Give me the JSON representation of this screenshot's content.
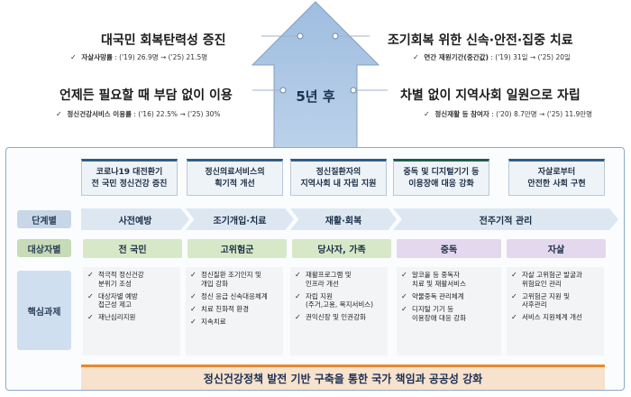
{
  "center_label": "5년 후",
  "goals": [
    {
      "title": "대국민 회복탄력성 증진",
      "sub_label": "자살사망률",
      "sub_value": " : ('19) 26.9명 → ('25) 21.5명"
    },
    {
      "title": "조기회복 위한 신속·안전·집중 치료",
      "sub_label": "연간 재원기간(중간값)",
      "sub_value": " : ('19) 31일 → ('25) 20일"
    },
    {
      "title": "언제든 필요할 때 부담 없이 이용",
      "sub_label": "정신건강서비스 이용률",
      "sub_value": " : ('16) 22.5% → ('25) 30%"
    },
    {
      "title": "차별 없이 지역사회 일원으로 자립",
      "sub_label": "정신재활 등 참여자",
      "sub_value": " : ('20) 8.7만명 → ('25) 11.9만명"
    }
  ],
  "tasks": [
    "코로나19 대전환기\n전 국민 정신건강 증진",
    "정신의료서비스의\n획기적 개선",
    "정신질환자의\n지역사회 내 자립 지원",
    "중독 및 디지털기기 등\n이용장애 대응 강화",
    "자살로부터\n안전한 사회 구현"
  ],
  "row_labels": {
    "stage": "단계별",
    "target": "대상자별",
    "core": "핵심과제"
  },
  "stages": [
    "사전예방",
    "조기개입·치료",
    "재활·회복",
    "전주기적 관리"
  ],
  "targets": [
    "전 국민",
    "고위험군",
    "당사자, 가족",
    "중독",
    "자살"
  ],
  "core_tasks": [
    [
      "적극적 정신건강\n분위기 조성",
      "대상자별 예방\n접근성 제고",
      "재난심리지원"
    ],
    [
      "정신질환 조기인지 및\n개입 강화",
      "정신 응급 신속대응체계",
      "치료 친화적 환경",
      "지속치료"
    ],
    [
      "재활프로그램 및\n인프라 개선",
      "자립 지원\n(주거,고용, 복지서비스)",
      "권익신장 및 인권강화"
    ],
    [
      "알코올 등 중독자\n치료 및 재활서비스",
      "약물중독 관리체계",
      "디지털 기기 등\n이용장애 대응 강화"
    ],
    [
      "자살 고위험군 발굴과\n위험요인 관리",
      "고위험군 지원 및\n사후관리",
      "서비스 지원체계 개선"
    ]
  ],
  "foundation": "정신건강정책 발전 기반 구축을 통한 국가 책임과 공공성 강화",
  "colors": {
    "arrow": "#8fb0d3",
    "navy": "#2f5d8c",
    "green": "#1f5e4d",
    "orange": "#e58a2e"
  }
}
